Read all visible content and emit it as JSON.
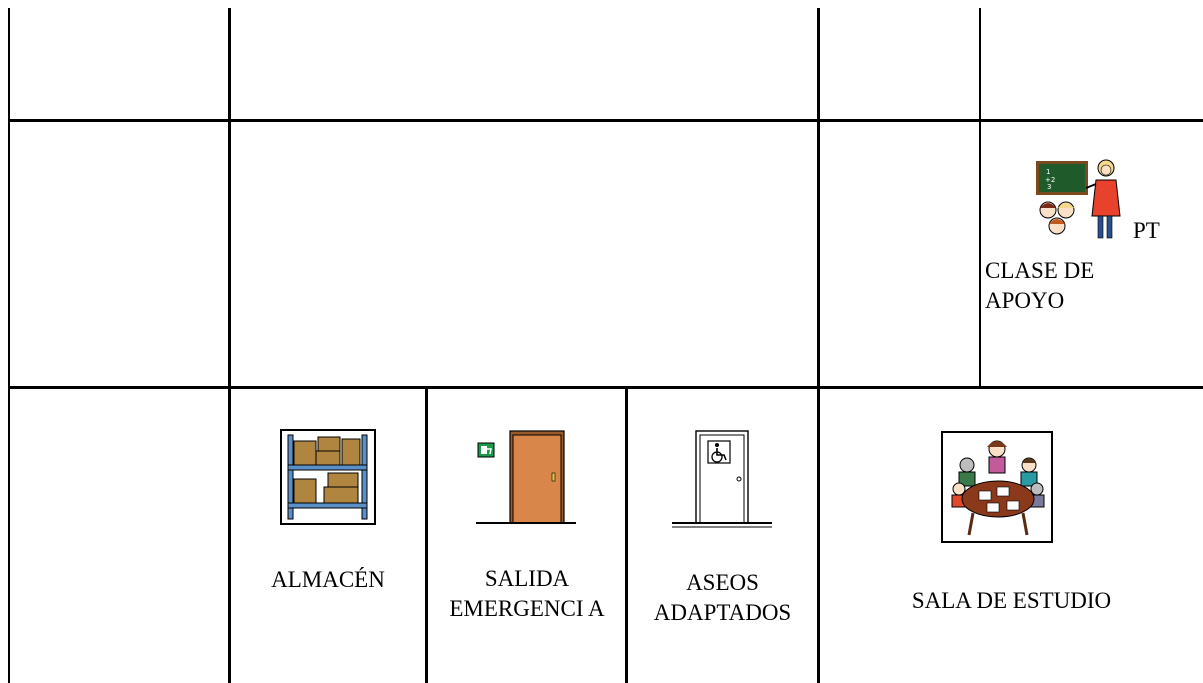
{
  "rooms": {
    "apoyo": {
      "label_pt": "PT",
      "label_main": "CLASE DE APOYO"
    },
    "almacen": {
      "label": "ALMACÉN"
    },
    "salida": {
      "label": "SALIDA EMERGENCI A"
    },
    "aseos": {
      "label": "ASEOS ADAPTADOS"
    },
    "estudio": {
      "label": "SALA DE ESTUDIO"
    }
  },
  "icons": {
    "apoyo": "teacher-at-blackboard-icon",
    "almacen": "storage-shelves-icon",
    "salida": "emergency-exit-door-icon",
    "aseos": "accessible-toilet-door-icon",
    "estudio": "study-room-meeting-icon"
  },
  "colors": {
    "lines": "#000000",
    "box": "#b08540",
    "shelf": "#5a8fc7",
    "door": "#d8864a",
    "exit_sign": "#1a9a4a",
    "blackboard": "#1f5a2a"
  }
}
